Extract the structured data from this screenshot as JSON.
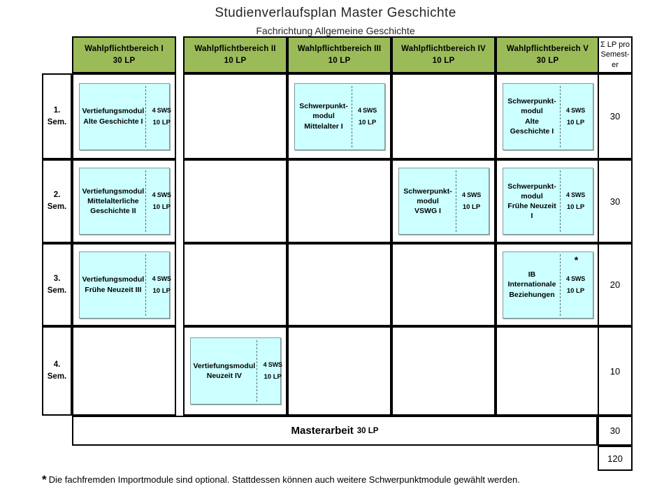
{
  "document": {
    "title": "Studienverlaufsplan  Master  Geschichte",
    "subtitle": "Fachrichtung Allgemeine Geschichte"
  },
  "table": {
    "columns": [
      {
        "name": "Wahlpflichtbereich  I",
        "lp": "30 LP"
      },
      {
        "name": "Wahlpflichtbereich  II",
        "lp": "10 LP"
      },
      {
        "name": "Wahlpflichtbereich  III",
        "lp": "10 LP"
      },
      {
        "name": "Wahlpflichtbereich  IV",
        "lp": "10 LP"
      },
      {
        "name": "Wahlpflichtbereich  V",
        "lp": "30 LP"
      }
    ],
    "sum_header": {
      "line1": "Σ LP pro",
      "line2": "Semest-",
      "line3": "er"
    },
    "semesters": [
      {
        "num": "1.",
        "label": "Sem.",
        "sum": "30"
      },
      {
        "num": "2.",
        "label": "Sem.",
        "sum": "30"
      },
      {
        "num": "3.",
        "label": "Sem.",
        "sum": "20"
      },
      {
        "num": "4.",
        "label": "Sem.",
        "sum": "10"
      }
    ],
    "modules": [
      {
        "row": 1,
        "col": 1,
        "name": "Vertiefungsmodul\nAlte Geschichte I",
        "sws": "4 SWS",
        "lp": "10 LP",
        "star": false
      },
      {
        "row": 1,
        "col": 3,
        "name": "Schwerpunkt-\nmodul\nMittelalter I",
        "sws": "4 SWS",
        "lp": "10 LP",
        "star": false
      },
      {
        "row": 1,
        "col": 5,
        "name": "Schwerpunkt-\nmodul\nAlte Geschichte I",
        "sws": "4 SWS",
        "lp": "10 LP",
        "star": false
      },
      {
        "row": 2,
        "col": 1,
        "name": "Vertiefungsmodul\nMittelalterliche\nGeschichte II",
        "sws": "4 SWS",
        "lp": "10 LP",
        "star": false
      },
      {
        "row": 2,
        "col": 4,
        "name": "Schwerpunkt-\nmodul\nVSWG I",
        "sws": "4 SWS",
        "lp": "10 LP",
        "star": false
      },
      {
        "row": 2,
        "col": 5,
        "name": "Schwerpunkt-\nmodul\nFrühe Neuzeit I",
        "sws": "4 SWS",
        "lp": "10 LP",
        "star": false
      },
      {
        "row": 3,
        "col": 1,
        "name": "Vertiefungsmodul\nFrühe Neuzeit III",
        "sws": "4 SWS",
        "lp": "10 LP",
        "star": false
      },
      {
        "row": 3,
        "col": 5,
        "name": "IB Internationale\nBeziehungen",
        "sws": "4 SWS",
        "lp": "10 LP",
        "star": true
      },
      {
        "row": 4,
        "col": 2,
        "name": "Vertiefungsmodul\nNeuzeit IV",
        "sws": "4 SWS",
        "lp": "10 LP",
        "star": false
      }
    ],
    "thesis": {
      "title": "Masterarbeit",
      "lp": "30 LP",
      "sum": "30"
    },
    "total": {
      "sum": "120"
    }
  },
  "footnote": {
    "marker": "*",
    "text": "Die fachfremden Importmodule  sind optional. Stattdessen können  auch weitere Schwerpunktmodule  gewählt werden."
  },
  "colors": {
    "header_green": "#9BBB59",
    "module_fill": "#CCFFFF",
    "module_border": "#7F9B9B",
    "grid_line": "#000000"
  }
}
